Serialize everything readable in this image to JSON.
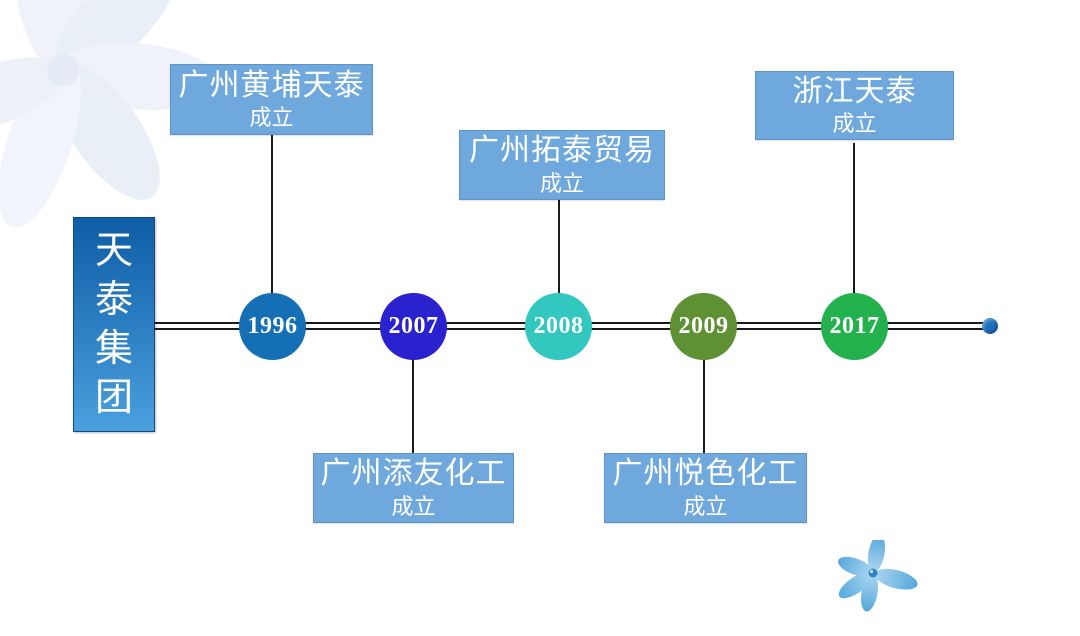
{
  "slide": {
    "background_color": "#ffffff"
  },
  "group_block": {
    "title": "天泰集团",
    "gradient_top": "#0e5da6",
    "gradient_bottom": "#4aa0de",
    "text_color": "#ffffff"
  },
  "timeline": {
    "line_color": "#1a1a1a",
    "end_dot_color": "#1d6fbf",
    "label_box_color": "#6fa8dc",
    "label_text_color": "#ffffff",
    "milestones": [
      {
        "year": "1996",
        "circle_color": "#156fb4",
        "label": "广州黄埔天泰",
        "sublabel": "成立",
        "label_position": "above"
      },
      {
        "year": "2007",
        "circle_color": "#2a22cf",
        "label": "广州添友化工",
        "sublabel": "成立",
        "label_position": "below"
      },
      {
        "year": "2008",
        "circle_color": "#32c7bf",
        "label": "广州拓泰贸易",
        "sublabel": "成立",
        "label_position": "above"
      },
      {
        "year": "2009",
        "circle_color": "#5e9133",
        "label": "广州悦色化工",
        "sublabel": "成立",
        "label_position": "below"
      },
      {
        "year": "2017",
        "circle_color": "#22b14c",
        "label": "浙江天泰",
        "sublabel": "成立",
        "label_position": "above"
      }
    ]
  },
  "decorations": {
    "top_left_flower": "faint-watercolor-flower",
    "bottom_right_flower": "blue-watercolor-flower"
  }
}
